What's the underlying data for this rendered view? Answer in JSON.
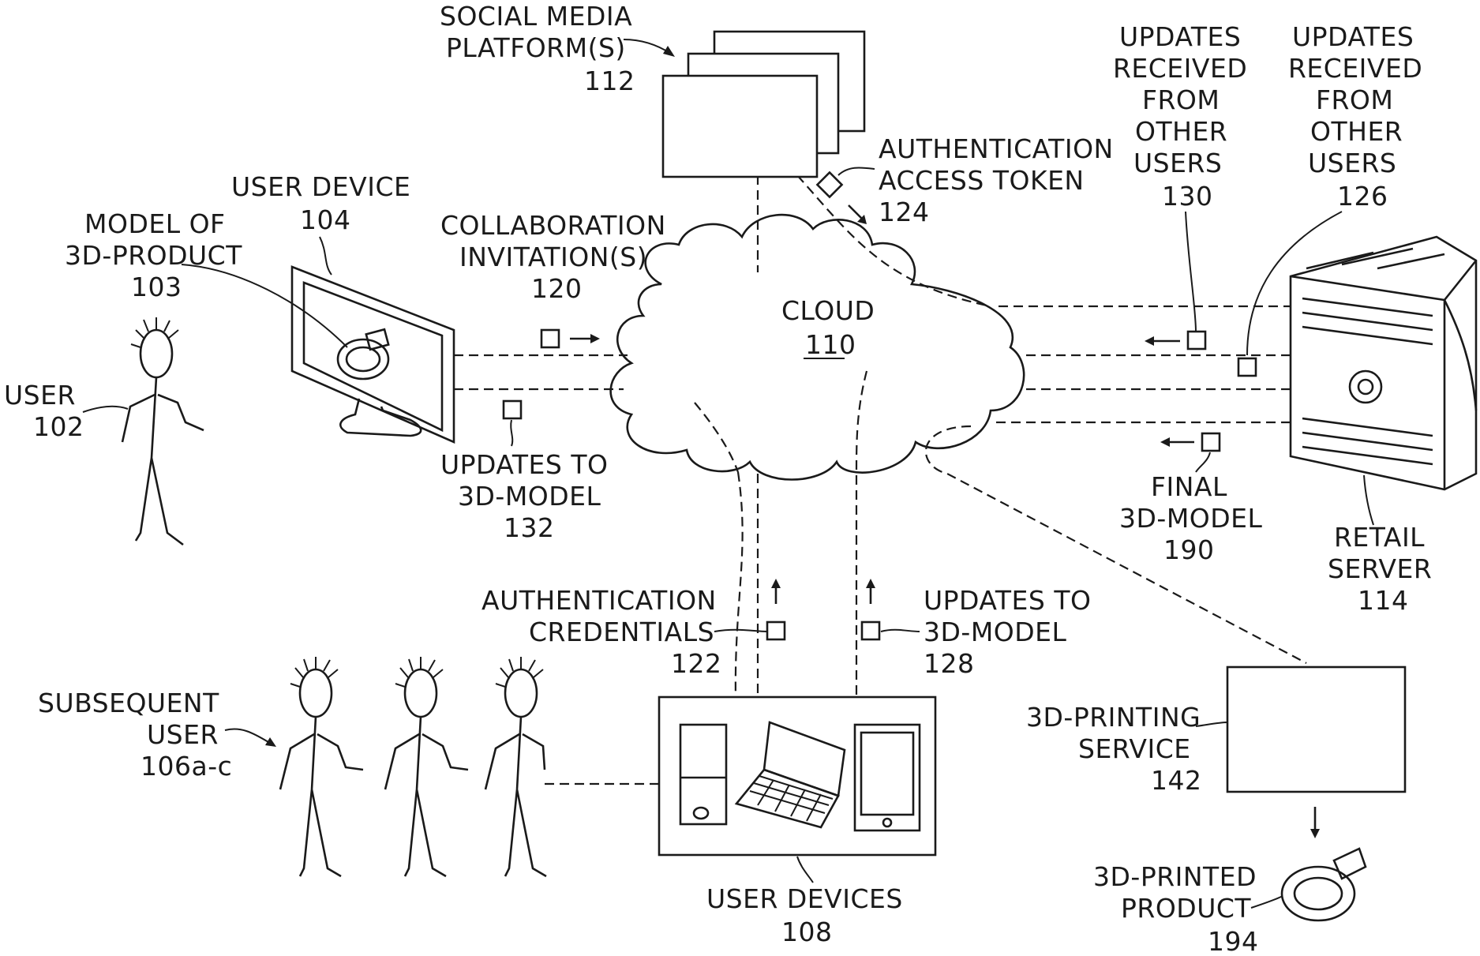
{
  "labels": {
    "social_media": [
      "SOCIAL MEDIA",
      "PLATFORM(S)",
      "112"
    ],
    "user_device": [
      "USER DEVICE",
      "104"
    ],
    "model_3d": [
      "MODEL OF",
      "3D-PRODUCT",
      "103"
    ],
    "collab": [
      "COLLABORATION",
      "INVITATION(S)",
      "120"
    ],
    "auth_token": [
      "AUTHENTICATION",
      "ACCESS TOKEN",
      "124"
    ],
    "updates_130": [
      "UPDATES",
      "RECEIVED",
      "FROM",
      "OTHER",
      "USERS",
      "130"
    ],
    "updates_126": [
      "UPDATES",
      "RECEIVED",
      "FROM",
      "OTHER",
      "USERS",
      "126"
    ],
    "cloud": [
      "CLOUD",
      "110"
    ],
    "user": [
      "USER",
      "102"
    ],
    "updates_132": [
      "UPDATES TO",
      "3D-MODEL",
      "132"
    ],
    "final_model": [
      "FINAL",
      "3D-MODEL",
      "190"
    ],
    "retail_server": [
      "RETAIL",
      "SERVER",
      "114"
    ],
    "auth_creds": [
      "AUTHENTICATION",
      "CREDENTIALS",
      "122"
    ],
    "updates_128": [
      "UPDATES TO",
      "3D-MODEL",
      "128"
    ],
    "subsequent_user": [
      "SUBSEQUENT",
      "USER",
      "106a-c"
    ],
    "printing_service": [
      "3D-PRINTING",
      "SERVICE",
      "142"
    ],
    "user_devices": [
      "USER DEVICES",
      "108"
    ],
    "printed_product": [
      "3D-PRINTED",
      "PRODUCT",
      "194"
    ]
  }
}
